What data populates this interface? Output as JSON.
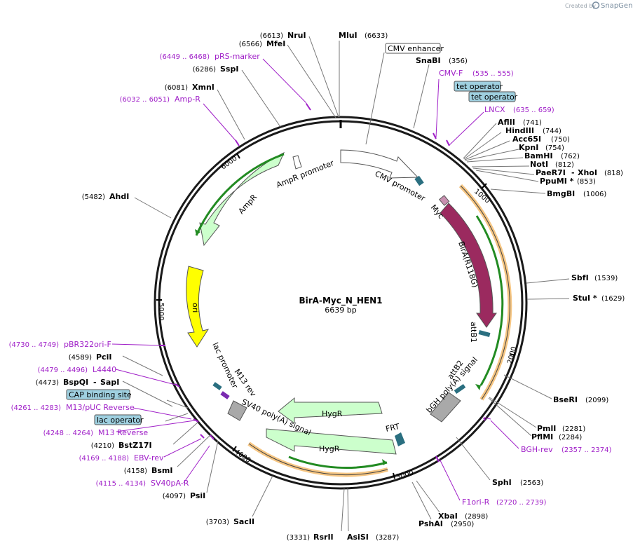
{
  "watermark": {
    "prefix": "Created by",
    "name": "SnapGene"
  },
  "plasmid": {
    "name": "BirA-Myc_N_HEN1",
    "length_label": "6639 bp",
    "length": 6639
  },
  "ticks": [
    {
      "label": "1000",
      "pos": 1000
    },
    {
      "label": "2000",
      "pos": 2000
    },
    {
      "label": "3000",
      "pos": 3000
    },
    {
      "label": "4000",
      "pos": 4000
    },
    {
      "label": "5000",
      "pos": 5000
    },
    {
      "label": "6000",
      "pos": 6000
    }
  ],
  "sites": [
    {
      "name": "NruI",
      "pos_label": "(6613)"
    },
    {
      "name": "MluI",
      "pos_label": "(6633)"
    },
    {
      "name": "MfeI",
      "pos_label": "(6566)"
    },
    {
      "name": "SspI",
      "pos_label": "(6286)"
    },
    {
      "name": "XmnI",
      "pos_label": "(6081)"
    },
    {
      "name": "SnaBI",
      "pos_label": "(356)"
    },
    {
      "name": "AflII",
      "pos_label": "(741)"
    },
    {
      "name": "HindIII",
      "pos_label": "(744)"
    },
    {
      "name": "Acc65I",
      "pos_label": "(750)"
    },
    {
      "name": "KpnI",
      "pos_label": "(754)"
    },
    {
      "name": "BamHI",
      "pos_label": "(762)"
    },
    {
      "name": "NotI",
      "pos_label": "(812)"
    },
    {
      "name": "PaeR7I",
      "pos_label": ""
    },
    {
      "name": "XhoI",
      "pos_label": "(818)"
    },
    {
      "name": "PpuMI *",
      "pos_label": "(853)"
    },
    {
      "name": "BmgBI",
      "pos_label": "(1006)"
    },
    {
      "name": "AhdI",
      "pos_label": "(5482)"
    },
    {
      "name": "SbfI",
      "pos_label": "(1539)"
    },
    {
      "name": "StuI *",
      "pos_label": "(1629)"
    },
    {
      "name": "BseRI",
      "pos_label": "(2099)"
    },
    {
      "name": "PmlI",
      "pos_label": "(2281)"
    },
    {
      "name": "PflMI",
      "pos_label": "(2284)"
    },
    {
      "name": "SphI",
      "pos_label": "(2563)"
    },
    {
      "name": "XbaI",
      "pos_label": "(2898)"
    },
    {
      "name": "PshAI",
      "pos_label": "(2950)"
    },
    {
      "name": "AsiSI",
      "pos_label": "(3287)"
    },
    {
      "name": "RsrII",
      "pos_label": "(3331)"
    },
    {
      "name": "SacII",
      "pos_label": "(3703)"
    },
    {
      "name": "PsiI",
      "pos_label": "(4097)"
    },
    {
      "name": "BsmI",
      "pos_label": "(4158)"
    },
    {
      "name": "BstZ17I",
      "pos_label": "(4210)"
    },
    {
      "name": "BspQI",
      "pos_label": "(4473)"
    },
    {
      "name": "SapI",
      "pos_label": ""
    },
    {
      "name": "PciI",
      "pos_label": "(4589)"
    }
  ],
  "primers": [
    {
      "name": "pRS-marker",
      "range": "(6449 .. 6468)"
    },
    {
      "name": "Amp-R",
      "range": "(6032 .. 6051)"
    },
    {
      "name": "CMV-F",
      "range": "(535 .. 555)"
    },
    {
      "name": "LNCX",
      "range": "(635 .. 659)"
    },
    {
      "name": "BGH-rev",
      "range": "(2357 .. 2374)"
    },
    {
      "name": "F1ori-R",
      "range": "(2720 .. 2739)"
    },
    {
      "name": "pBR322ori-F",
      "range": "(4730 .. 4749)"
    },
    {
      "name": "L4440",
      "range": "(4479 .. 4496)"
    },
    {
      "name": "M13/pUC Reverse",
      "range": "(4261 .. 4283)"
    },
    {
      "name": "M13 Reverse",
      "range": "(4248 .. 4264)"
    },
    {
      "name": "EBV-rev",
      "range": "(4169 .. 4188)"
    },
    {
      "name": "SV40pA-R",
      "range": "(4115 .. 4134)"
    }
  ],
  "boxed_labels": [
    {
      "name": "CMV enhancer"
    },
    {
      "name": "tet operator"
    },
    {
      "name": "tet operator"
    },
    {
      "name": "CAP binding site"
    },
    {
      "name": "lac operator"
    }
  ],
  "features": [
    {
      "name": "CMV promoter"
    },
    {
      "name": "Myc"
    },
    {
      "name": "BirA(R118G)"
    },
    {
      "name": "attB1"
    },
    {
      "name": "attB2"
    },
    {
      "name": "bGH poly(A) signal"
    },
    {
      "name": "FRT"
    },
    {
      "name": "HygR"
    },
    {
      "name": "HygR"
    },
    {
      "name": "SV40 poly(A) signal"
    },
    {
      "name": "M13 rev"
    },
    {
      "name": "lac promoter"
    },
    {
      "name": "ori"
    },
    {
      "name": "AmpR"
    },
    {
      "name": "AmpR promoter"
    }
  ],
  "colors": {
    "backbone": "#1a1a1a",
    "primer": "#a020c8",
    "amp_fill": "#ccffcc",
    "ori_fill": "#ffff00",
    "bira_fill": "#9b2a5f",
    "orf_green": "#228b22",
    "orf_orange": "#f0a030",
    "box_fill": "#9fd0e0",
    "teal": "#2a6f80",
    "grey": "#a9a9a9"
  }
}
